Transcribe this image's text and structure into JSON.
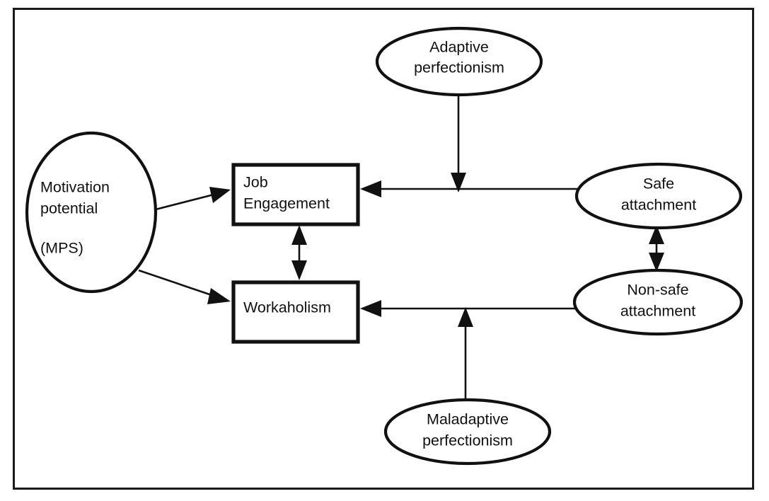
{
  "figure": {
    "kind": "conceptual-model-diagram",
    "background_color": "#ffffff",
    "line_color": "#111111",
    "frame_color": "#1b1b1b"
  },
  "nodes": {
    "motivation_potential": {
      "id": "motivation-potential",
      "shape": "ellipse",
      "line1": "Motivation",
      "line2": "potential",
      "line3": "(MPS)"
    },
    "adaptive_perfectionism": {
      "id": "adaptive-perfectionism",
      "shape": "ellipse",
      "line1": "Adaptive",
      "line2": "perfectionism"
    },
    "maladaptive_perfectionism": {
      "id": "maladaptive-perfectionism",
      "shape": "ellipse",
      "line1": "Maladaptive",
      "line2": "perfectionism"
    },
    "safe_attachment": {
      "id": "safe-attachment",
      "shape": "ellipse",
      "line1": "Safe",
      "line2": "attachment"
    },
    "non_safe_attachment": {
      "id": "non-safe-attachment",
      "shape": "ellipse",
      "line1": "Non-safe",
      "line2": "attachment"
    },
    "job_engagement": {
      "id": "job-engagement",
      "shape": "rectangle",
      "line1": "Job",
      "line2": "Engagement"
    },
    "workaholism": {
      "id": "workaholism",
      "shape": "rectangle",
      "line1": "Workaholism"
    }
  },
  "edges": [
    {
      "id": "mps-to-job-engagement",
      "from": "motivation_potential",
      "to": "job_engagement",
      "style": "single-arrow",
      "direction": "right"
    },
    {
      "id": "mps-to-workaholism",
      "from": "motivation_potential",
      "to": "workaholism",
      "style": "single-arrow",
      "direction": "right"
    },
    {
      "id": "safe-attachment-to-job-engagement",
      "from": "safe_attachment",
      "to": "job_engagement",
      "style": "single-arrow",
      "direction": "left"
    },
    {
      "id": "non-safe-attachment-to-workaholism",
      "from": "non_safe_attachment",
      "to": "workaholism",
      "style": "single-arrow",
      "direction": "left"
    },
    {
      "id": "adaptive-perfectionism-to-job-engagement",
      "from": "adaptive_perfectionism",
      "to": "job_engagement",
      "style": "single-arrow",
      "direction": "down"
    },
    {
      "id": "maladaptive-perfectionism-to-workaholism",
      "from": "maladaptive_perfectionism",
      "to": "workaholism",
      "style": "single-arrow",
      "direction": "up"
    },
    {
      "id": "job-engagement-workaholism-bidirectional",
      "from": "job_engagement",
      "to": "workaholism",
      "style": "double-arrow",
      "direction": "vertical"
    },
    {
      "id": "safe-non-safe-attachment-bidirectional",
      "from": "safe_attachment",
      "to": "non_safe_attachment",
      "style": "double-arrow",
      "direction": "vertical"
    }
  ]
}
